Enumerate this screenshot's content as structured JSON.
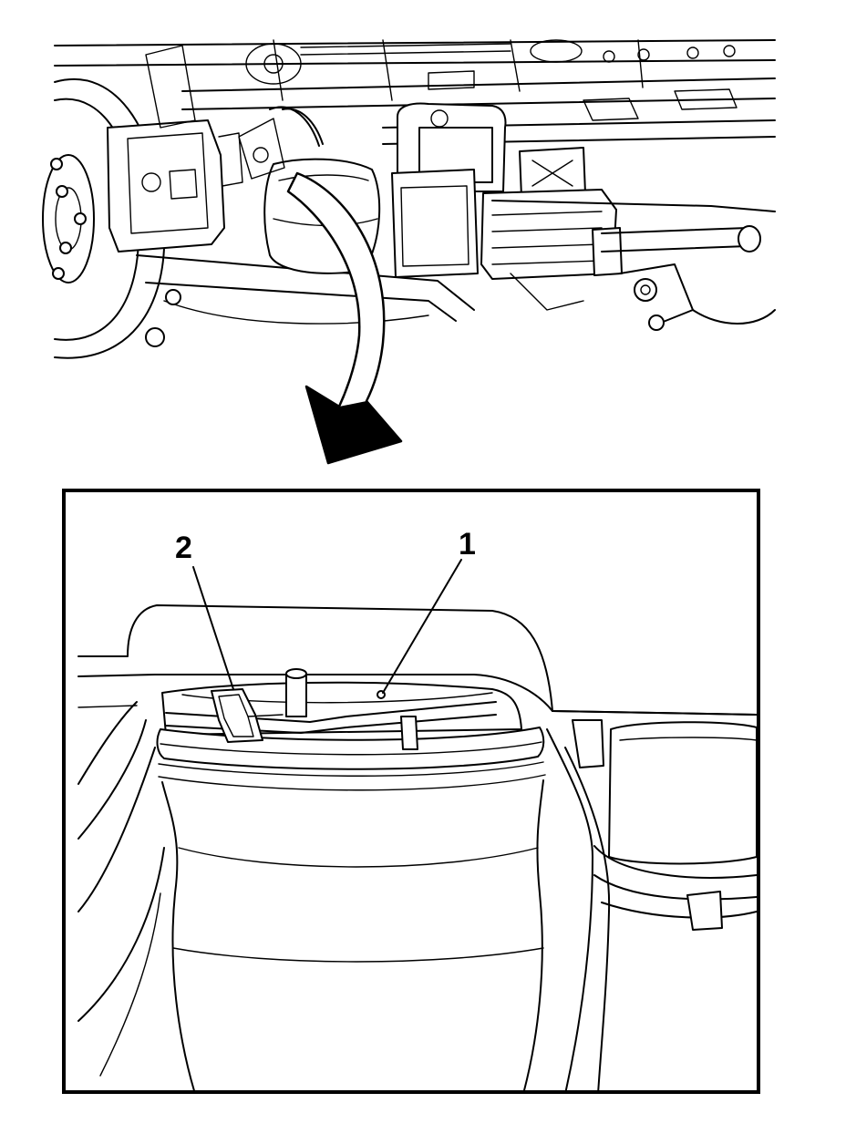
{
  "figure": {
    "overview": {
      "subject": "rear-suspension-underbody-with-air-spring"
    },
    "detail": {
      "subject": "air-spring-upper-mount-closeup"
    },
    "callouts": [
      {
        "id": "1",
        "label": "1",
        "target": "air-spring-upper-mount-locator"
      },
      {
        "id": "2",
        "label": "2",
        "target": "air-spring-retaining-clip"
      }
    ],
    "icons": [
      "curved-arrow-icon"
    ],
    "colors": {
      "line": "#000000",
      "background": "#ffffff"
    }
  }
}
